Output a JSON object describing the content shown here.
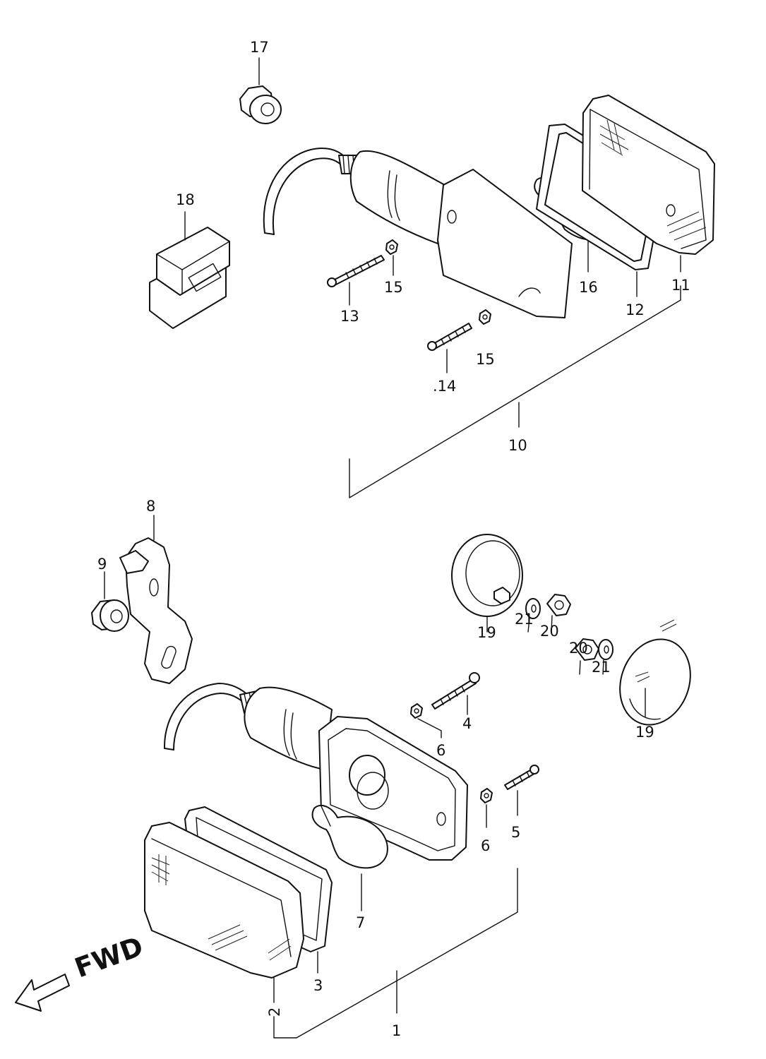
{
  "labels": {
    "p1": "1",
    "p2": "2",
    "p3": "3",
    "p4": "4",
    "p5": "5",
    "p6a": "6",
    "p6b": "6",
    "p7": "7",
    "p8": "8",
    "p9": "9",
    "p10": "10",
    "p11": "11",
    "p12": "12",
    "p13": "13",
    "p14": ".14",
    "p15a": "15",
    "p15b": "15",
    "p16": "16",
    "p17": "17",
    "p18": "18",
    "p19a": "19",
    "p19b": "19",
    "p20a": "20",
    "p20b": "20",
    "p21a": "21",
    "p21b": "21"
  },
  "fwd_label": "FWD"
}
